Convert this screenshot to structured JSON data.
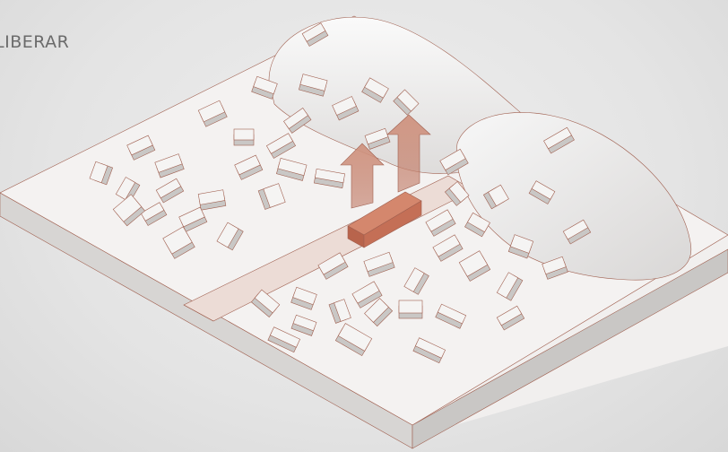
{
  "caption": "LIBERAR",
  "colors": {
    "background": "#e6e6e6",
    "model_white": "#f3f1f0",
    "model_side": "#d2d0ce",
    "outline": "#a06050",
    "accent_block": "#c96f55",
    "accent_arrow": "#c98873",
    "road_strip": "#ebd9d3"
  },
  "scene": {
    "description_icon": "urban-site-model-icon",
    "elements": [
      "terrain-base",
      "hills",
      "road-strip",
      "building-blocks",
      "highlight-block",
      "upward-arrows"
    ]
  }
}
